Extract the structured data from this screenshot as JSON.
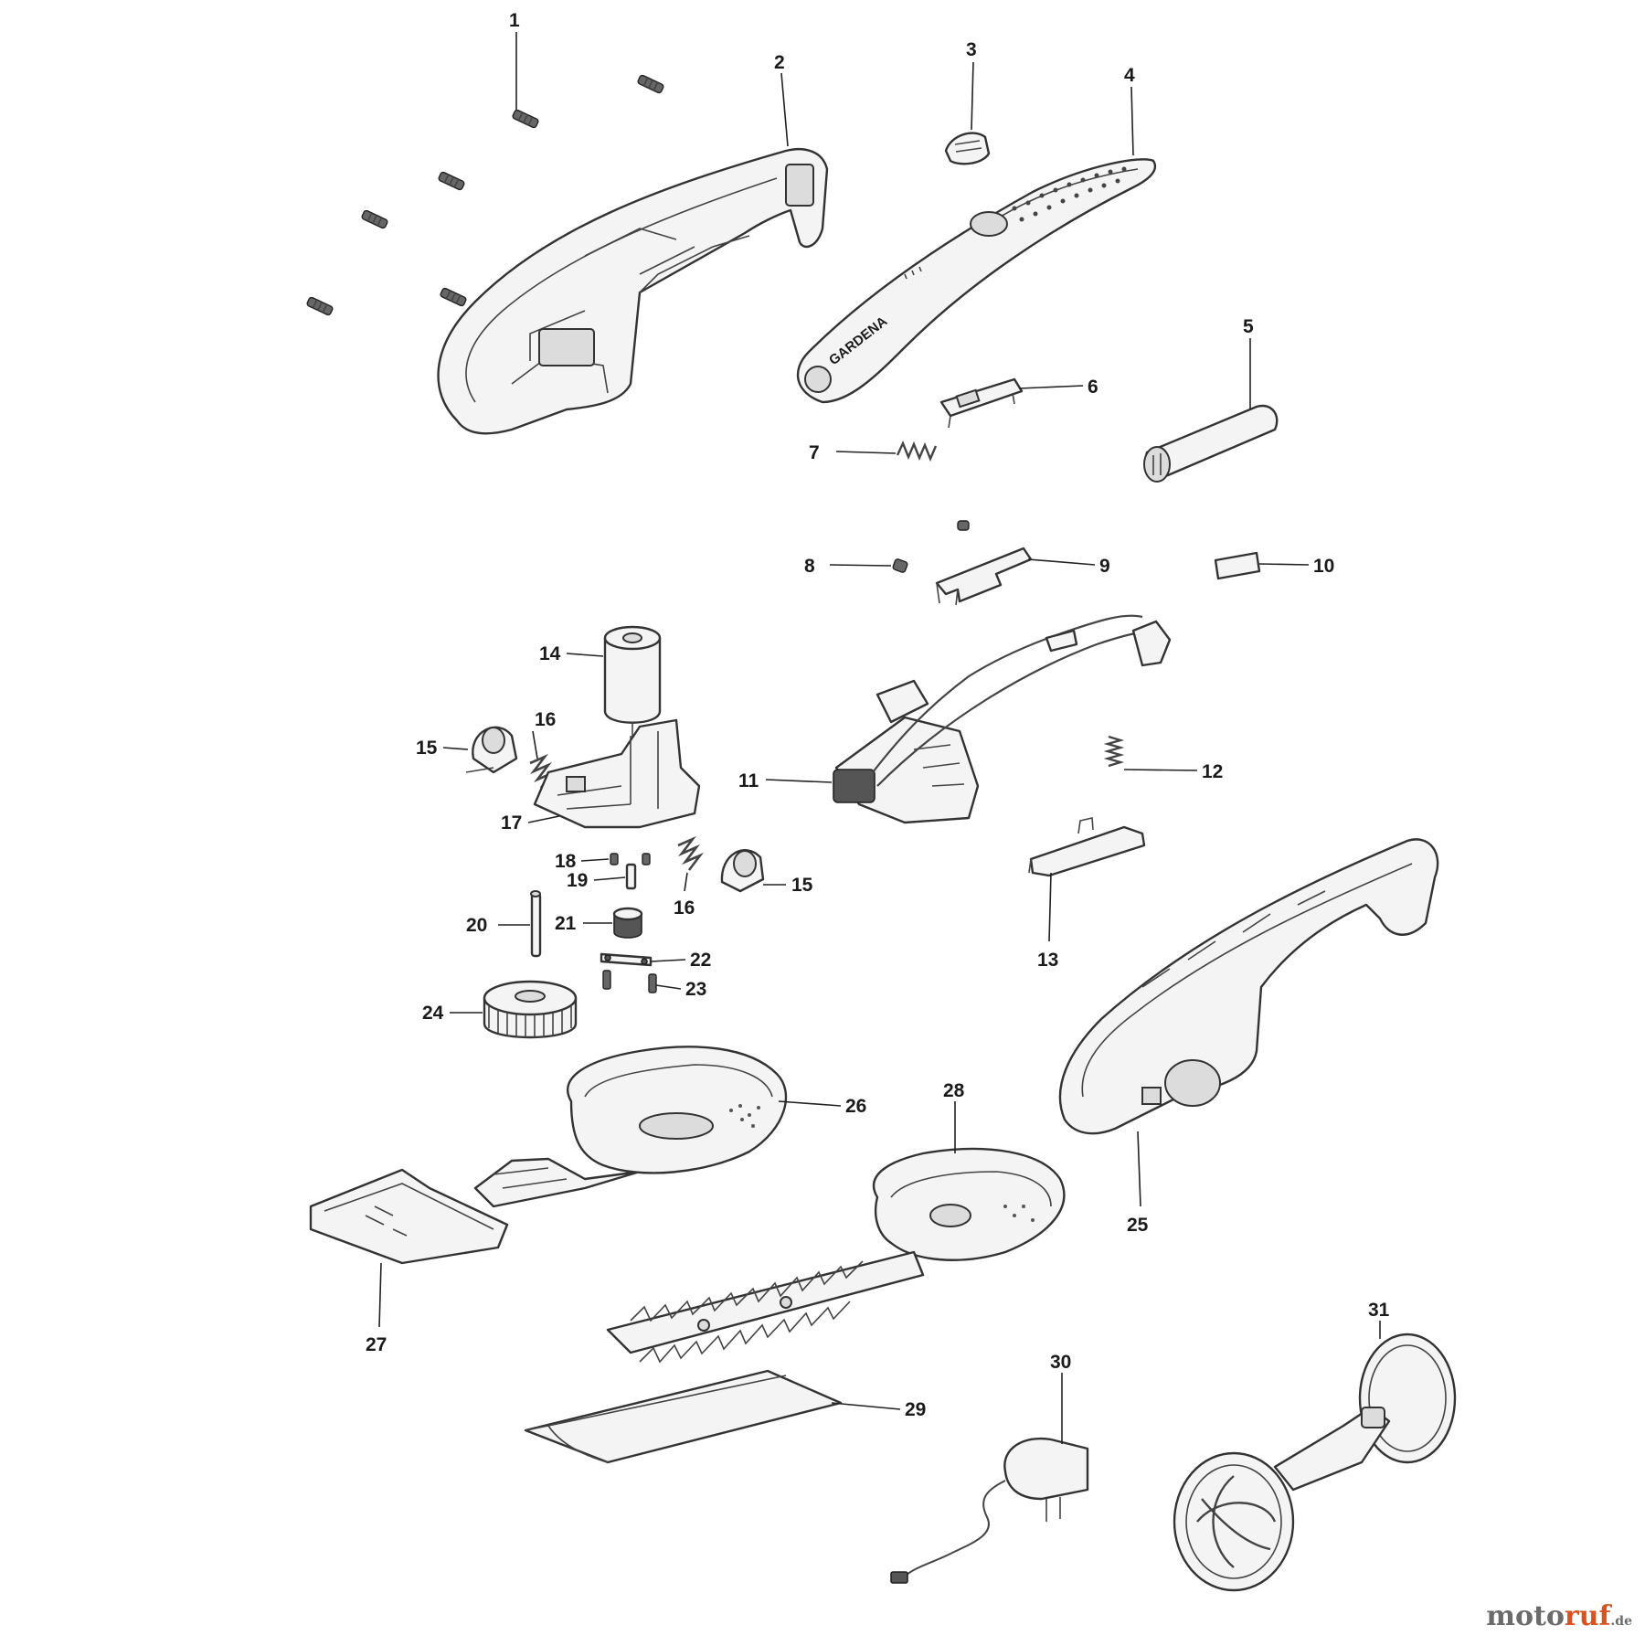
{
  "callouts": [
    "1",
    "2",
    "3",
    "4",
    "5",
    "6",
    "7",
    "8",
    "9",
    "10",
    "11",
    "12",
    "13",
    "14",
    "15",
    "16",
    "17",
    "18",
    "19",
    "20",
    "21",
    "22",
    "23",
    "24",
    "25",
    "26",
    "27",
    "28",
    "29",
    "30",
    "31",
    "15",
    "16"
  ],
  "brand_text": "GARDENA",
  "watermark": {
    "part1": "moto",
    "part2": "ruf",
    "part3": ".de"
  },
  "colors": {
    "line": "#333333",
    "fill": "#f4f4f4",
    "watermark_accent": "#d9531e",
    "watermark_text": "#6b6b6b"
  }
}
